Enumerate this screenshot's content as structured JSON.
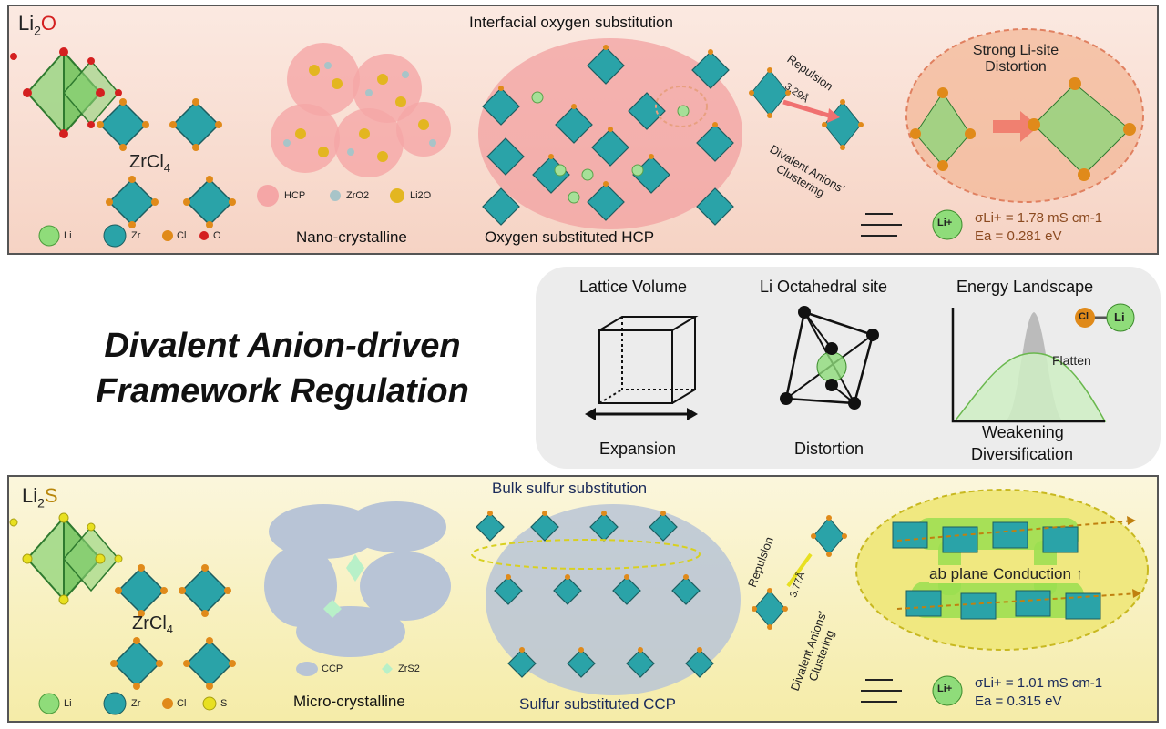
{
  "title": {
    "line1": "Divalent Anion-driven",
    "line2": "Framework Regulation"
  },
  "top": {
    "precursor": "Li2O",
    "precursor_base": "Li",
    "precursor_sub": "2",
    "precursor_anion": "O",
    "zr_label_base": "ZrCl",
    "zr_label_sub": "4",
    "legend": [
      "Li",
      "Zr",
      "Cl",
      "O"
    ],
    "nano_legend": [
      "HCP",
      "ZrO2",
      "Li2O"
    ],
    "nano_label": "Nano-crystalline",
    "substitution_title": "Interfacial oxygen substitution",
    "structure_label": "Oxygen substituted HCP",
    "repulsion": "Repulsion",
    "distance": "3.29Å",
    "clustering_line1": "Divalent Anions'",
    "clustering_line2": "Clustering",
    "distortion_line1": "Strong Li-site",
    "distortion_line2": "Distortion",
    "ion": "Li+",
    "sigma": "σLi+ = 1.78 mS cm-1",
    "ea": "Ea = 0.281 eV"
  },
  "middle": {
    "col1_title": "Lattice Volume",
    "col1_caption": "Expansion",
    "col2_title": "Li Octahedral site",
    "col2_caption": "Distortion",
    "col3_title": "Energy Landscape",
    "col3_flatten": "Flatten",
    "col3_caption1": "Weakening",
    "col3_caption2": "Diversification",
    "bond_left": "Cl",
    "bond_right": "Li"
  },
  "bottom": {
    "precursor": "Li2S",
    "precursor_base": "Li",
    "precursor_sub": "2",
    "precursor_anion": "S",
    "zr_label_base": "ZrCl",
    "zr_label_sub": "4",
    "legend": [
      "Li",
      "Zr",
      "Cl",
      "S"
    ],
    "micro_legend": [
      "CCP",
      "ZrS2"
    ],
    "micro_label": "Micro-crystalline",
    "substitution_title": "Bulk sulfur substitution",
    "structure_label": "Sulfur substituted CCP",
    "repulsion": "Repulsion",
    "distance": "3.77Å",
    "clustering_line1": "Divalent Anions'",
    "clustering_line2": "Clustering",
    "conduction": "ab plane Conduction ↑",
    "ion": "Li+",
    "sigma": "σLi+ = 1.01 mS cm-1",
    "ea": "Ea = 0.315 eV"
  },
  "colors": {
    "li": "#8fdc7a",
    "zr": "#2aa3a8",
    "cl": "#e08a1a",
    "o": "#d42020",
    "s": "#e8e020",
    "accent_red": "#c0392b",
    "gold_text": "#b8860b"
  }
}
